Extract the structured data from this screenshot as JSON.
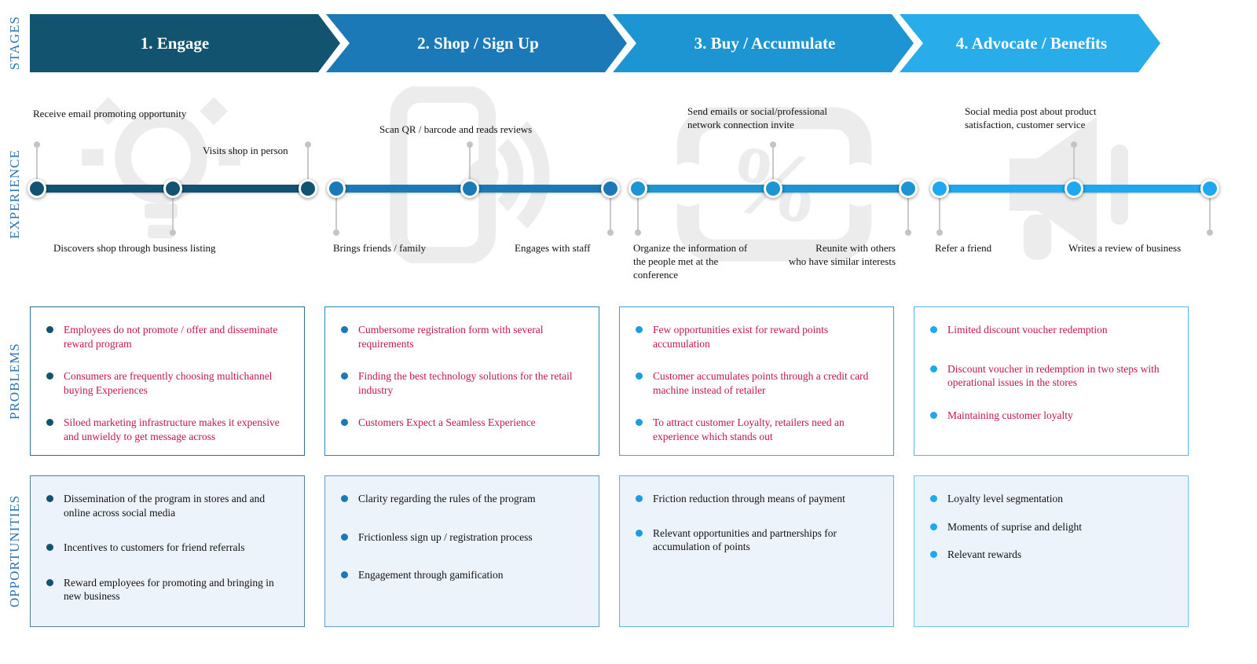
{
  "rail": {
    "stages": "STAGES",
    "experience": "EXPERIENCE",
    "problems": "PROBLEMS",
    "opportunities": "OPPORTUNITIES"
  },
  "colors": {
    "stage1": "#12536f",
    "stage2": "#1b79b7",
    "stage3": "#1d95d3",
    "stage4": "#29acea",
    "problem_text": "#c4164a",
    "rail_text": "#2e74b1",
    "connector": "#c9c9c9",
    "opportunity_bg": "#edf3fa",
    "watermark": "#ececec"
  },
  "stages": [
    {
      "label": "1. Engage",
      "icon": "lightbulb-icon",
      "touchpoints": [
        {
          "text": "Receive email promoting opportunity",
          "dir": "up"
        },
        {
          "text": "Discovers shop through business listing",
          "dir": "down"
        },
        {
          "text": "Visits shop in person",
          "dir": "up"
        }
      ],
      "problems": [
        "Employees do not promote / offer and disseminate reward program",
        "Consumers are frequently choosing multichannel buying Experiences",
        "Siloed marketing infrastructure makes it expensive and unwieldy to get message across"
      ],
      "opportunities": [
        "Dissemination of the program in stores and and online across social media",
        "Incentives to customers for friend referrals",
        "Reward employees for promoting and bringing in new business"
      ]
    },
    {
      "label": "2. Shop / Sign Up",
      "icon": "smartphone-reviews-icon",
      "touchpoints": [
        {
          "text": "Brings friends / family",
          "dir": "down"
        },
        {
          "text": "Scan QR / barcode and reads reviews",
          "dir": "up"
        },
        {
          "text": "Engages with staff",
          "dir": "down"
        }
      ],
      "problems": [
        "Cumbersome registration form with several requirements",
        "Finding the best technology solutions for the retail industry",
        "Customers Expect a Seamless Experience"
      ],
      "opportunities": [
        "Clarity regarding the rules of the program",
        "Frictionless sign up / registration process",
        "Engagement through gamification"
      ]
    },
    {
      "label": "3. Buy / Accumulate",
      "icon": "discount-ticket-icon",
      "touchpoints": [
        {
          "text": "Organize the information of\nthe people met at the\nconference",
          "dir": "down"
        },
        {
          "text": "Send emails or social/professional\nnetwork connection invite",
          "dir": "up"
        },
        {
          "text": "Reunite with others\nwho have similar interests",
          "dir": "down"
        }
      ],
      "problems": [
        "Few opportunities exist for reward points accumulation",
        "Customer accumulates points through a credit card machine instead of retailer",
        "To attract customer Loyalty, retailers need an experience which stands out"
      ],
      "opportunities": [
        "Friction reduction through means of payment",
        "Relevant opportunities and partnerships for accumulation of points"
      ]
    },
    {
      "label": "4. Advocate / Benefits",
      "icon": "megaphone-icon",
      "touchpoints": [
        {
          "text": "Refer a friend",
          "dir": "down"
        },
        {
          "text": "Social media post about product\nsatisfaction, customer service",
          "dir": "up"
        },
        {
          "text": "Writes a review of business",
          "dir": "down"
        }
      ],
      "problems": [
        "Limited discount voucher redemption",
        "Discount voucher in redemption in two steps with operational issues in the stores",
        "Maintaining customer loyalty"
      ],
      "opportunities": [
        "Loyalty level segmentation",
        "Moments of suprise and delight",
        "Relevant rewards"
      ]
    }
  ]
}
